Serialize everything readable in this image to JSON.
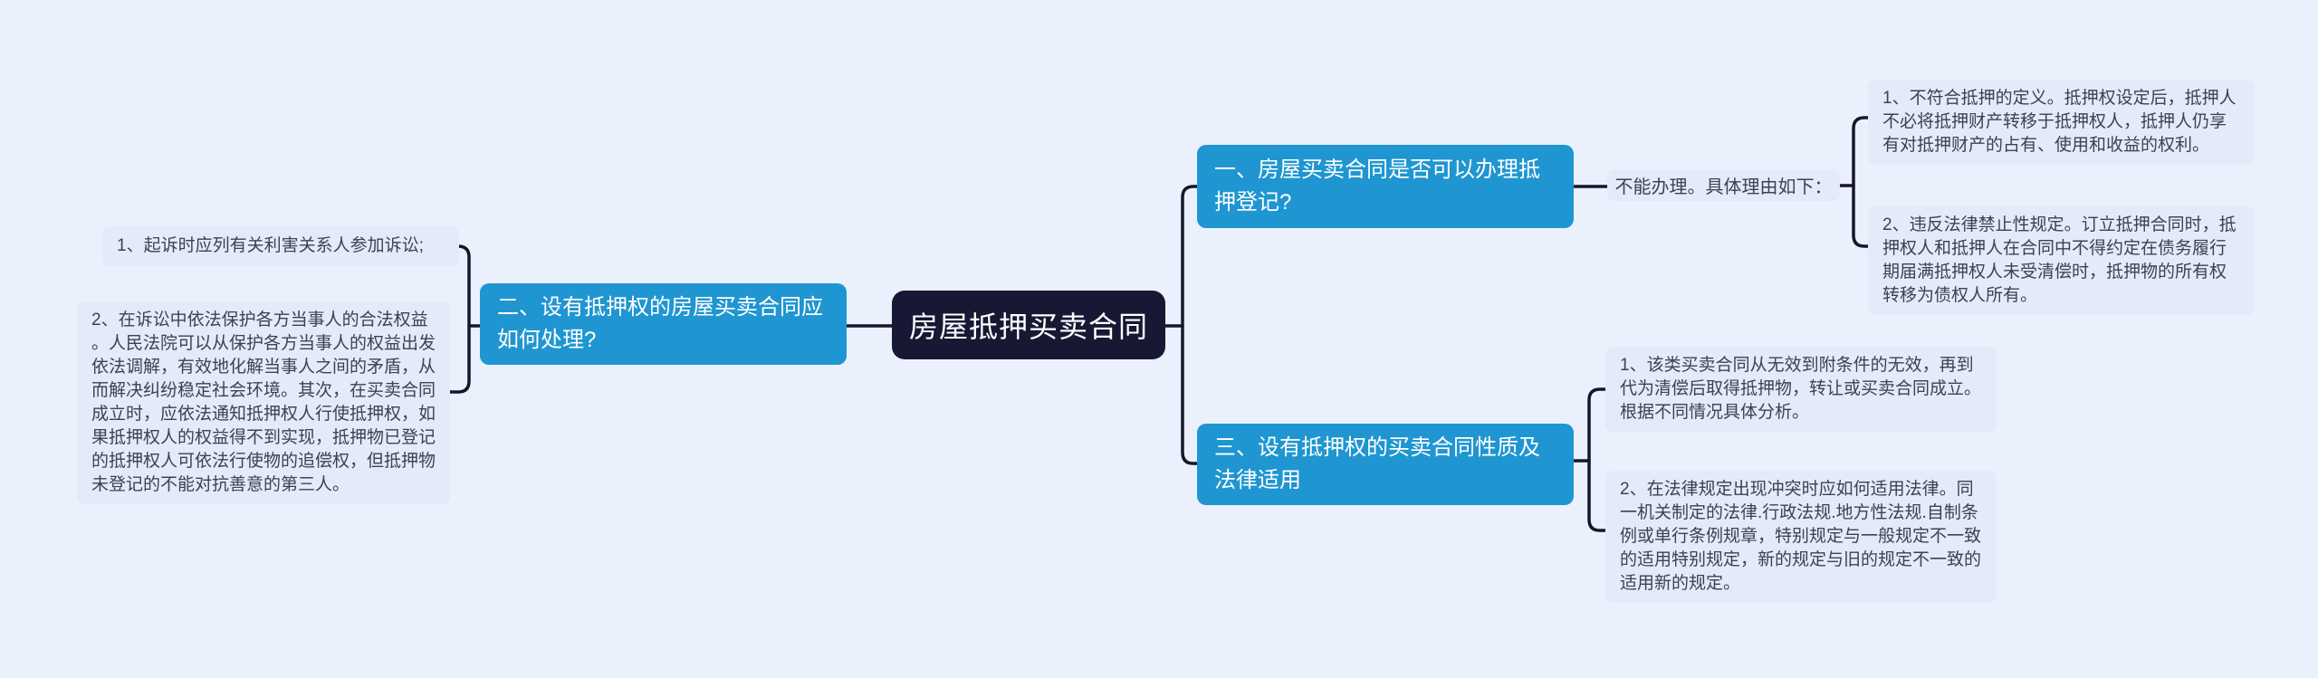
{
  "colors": {
    "background": "#ebf1fc",
    "topic_blue": "#1f96d1",
    "central_navy": "#181834",
    "leaf_background": "#e4eaf9",
    "leaf_text": "#3d424d",
    "connector": "#16162c"
  },
  "center": {
    "title": "房屋抵押买卖合同"
  },
  "branches": {
    "left": {
      "topic": "二、设有抵押权的房屋买卖合同应如何处理?",
      "children": [
        {
          "text": "1、起诉时应列有关利害关系人参加诉讼;"
        },
        {
          "text": "2、在诉讼中依法保护各方当事人的合法权益。人民法院可以从保护各方当事人的权益出发依法调解，有效地化解当事人之间的矛盾，从而解决纠纷稳定社会环境。其次，在买卖合同成立时，应依法通知抵押权人行使抵押权，如果抵押权人的权益得不到实现，抵押物已登记的抵押权人可依法行使物的追偿权，但抵押物未登记的不能对抗善意的第三人。"
        }
      ]
    },
    "right_top": {
      "topic": "一、房屋买卖合同是否可以办理抵押登记?",
      "note": "不能办理。具体理由如下：",
      "children": [
        {
          "text": "1、不符合抵押的定义。抵押权设定后，抵押人不必将抵押财产转移于抵押权人，抵押人仍享有对抵押财产的占有、使用和收益的权利。"
        },
        {
          "text": "2、违反法律禁止性规定。订立抵押合同时，抵押权人和抵押人在合同中不得约定在债务履行期届满抵押权人未受清偿时，抵押物的所有权转移为债权人所有。"
        }
      ]
    },
    "right_bottom": {
      "topic": "三、设有抵押权的买卖合同性质及法律适用",
      "children": [
        {
          "text": "1、该类买卖合同从无效到附条件的无效，再到代为清偿后取得抵押物，转让或买卖合同成立。根据不同情况具体分析。"
        },
        {
          "text": "2、在法律规定出现冲突时应如何适用法律。同一机关制定的法律.行政法规.地方性法规.自制条例或单行条例规章，特别规定与一般规定不一致的适用特别规定，新的规定与旧的规定不一致的适用新的规定。"
        }
      ]
    }
  }
}
